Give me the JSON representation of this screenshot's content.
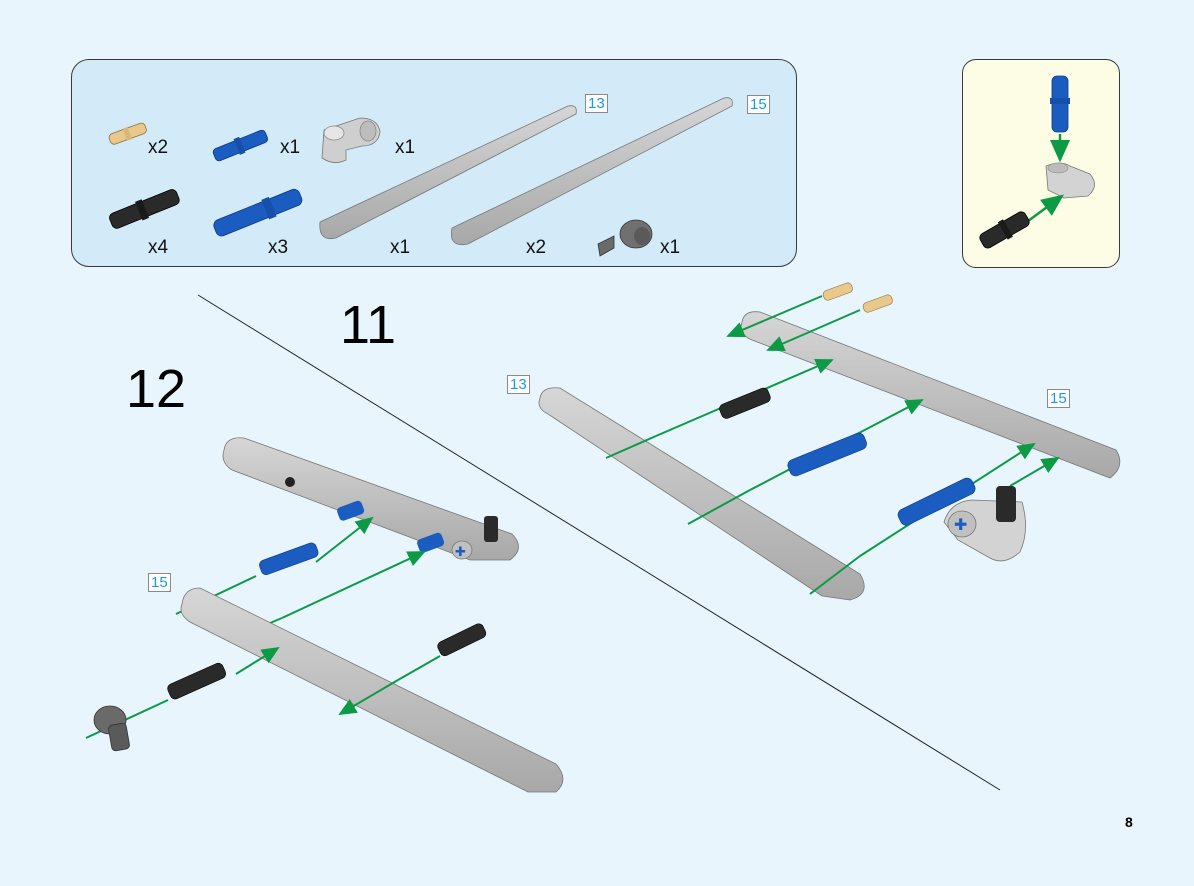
{
  "page": {
    "page_number": "8"
  },
  "steps": [
    {
      "number": "11"
    },
    {
      "number": "12"
    }
  ],
  "parts_list": {
    "items": [
      {
        "part": "tan-friction-pin",
        "quantity": "x2",
        "color": "#e8c98a"
      },
      {
        "part": "blue-axle-pin",
        "quantity": "x1",
        "color": "#1a5cc0"
      },
      {
        "part": "gray-cross-block",
        "quantity": "x1",
        "color": "#c8c8c8"
      },
      {
        "part": "black-friction-pin",
        "quantity": "x4",
        "color": "#2a2a2a"
      },
      {
        "part": "blue-long-pin",
        "quantity": "x3",
        "color": "#1a5cc0"
      },
      {
        "part": "beam-13",
        "quantity": "x1",
        "length": "13",
        "color": "#c8c8c8"
      },
      {
        "part": "beam-15",
        "quantity": "x2",
        "length": "15",
        "color": "#c8c8c8"
      },
      {
        "part": "dark-gray-pin-connector",
        "quantity": "x1",
        "color": "#6a6a6a"
      }
    ]
  },
  "step11": {
    "beam_labels": [
      "13",
      "15"
    ]
  },
  "step12": {
    "beam_labels": [
      "15"
    ]
  },
  "colors": {
    "background": "#e8f5fd",
    "parts_panel": "#d3ebf8",
    "sub_panel": "#fdfde6",
    "arrow": "#0c9a45",
    "badge_text": "#1a9ad8"
  }
}
